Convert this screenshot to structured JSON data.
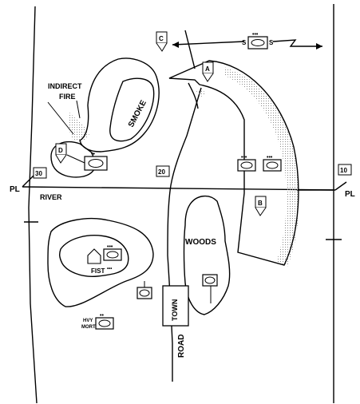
{
  "labels": {
    "indirect_fire_1": "INDIRECT",
    "indirect_fire_2": "FIRE",
    "smoke": "SMOKE",
    "river": "RIVER",
    "pl_left": "PL",
    "pl_right": "PL",
    "woods": "WOODS",
    "fist": "FIST",
    "town": "TOWN",
    "road": "ROAD",
    "hvy": "HVY",
    "mort": "MORT",
    "s_left": "S",
    "s_right": "S"
  },
  "markers": {
    "c": "C",
    "a": "A",
    "d": "D",
    "b": "B",
    "cp_30": "30",
    "cp_20": "20",
    "cp_10": "10"
  },
  "echelons": {
    "platoon": "•••",
    "section": "••"
  },
  "colors": {
    "ink": "#000000",
    "background": "#ffffff",
    "stipple": "#9a9a9a"
  }
}
